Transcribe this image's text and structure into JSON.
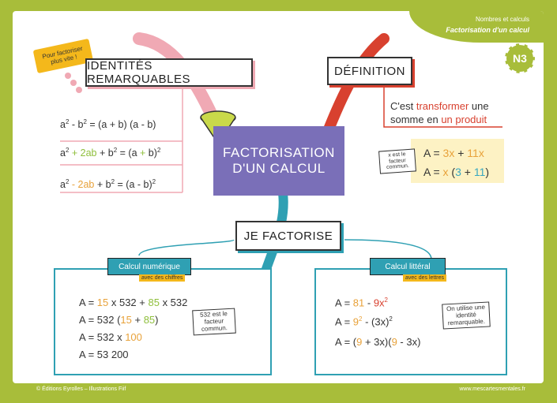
{
  "header": {
    "category": "Nombres et calculs",
    "title": "Factorisation d'un calcul",
    "level": "N3"
  },
  "center": {
    "line1": "FACTORISATION",
    "line2": "D'UN CALCUL"
  },
  "sticky": "Pour factoriser plus vite !",
  "identites": {
    "title": "IDENTITÉS REMARQUABLES",
    "f1": {
      "a": "a",
      "p1": "2",
      "mid": " - b",
      "p2": "2",
      "eq": " = (a + b) (a - b)"
    },
    "f2": {
      "a": "a",
      "p1": "2",
      "op": " + 2ab",
      "plus": " + b",
      "p2": "2",
      "eq": " = (a ",
      "opin": "+",
      "end": " b)",
      "p3": "2"
    },
    "f3": {
      "a": "a",
      "p1": "2",
      "op": " - 2ab",
      "plus": " + b",
      "p2": "2",
      "eq": " = (a - b)",
      "p3": "2"
    }
  },
  "definition": {
    "title": "DÉFINITION",
    "text1": "C'est ",
    "word1": "transformer",
    "text2": " une",
    "text3": "somme en ",
    "word2": "un produit",
    "note": "x est le facteur commun.",
    "eq1a": "A = ",
    "eq1b": "3x",
    "eq1c": " + ",
    "eq1d": "11x",
    "eq2a": "A = ",
    "eq2b": "x",
    "eq2c": " (",
    "eq2d": "3",
    "eq2e": " + ",
    "eq2f": "11",
    "eq2g": ")"
  },
  "factorise": {
    "title": "JE FACTORISE",
    "numerique": {
      "tag": "Calcul numérique",
      "sub": "avec des chiffres",
      "note": "532 est le facteur commun.",
      "l1": {
        "a": "A = ",
        "b": "15",
        "c": " x 532 + ",
        "d": "85",
        "e": " x 532"
      },
      "l2": {
        "a": "A = 532 (",
        "b": "15",
        "c": " + ",
        "d": "85",
        "e": ")"
      },
      "l3": {
        "a": "A = 532  x  ",
        "b": "100"
      },
      "l4": {
        "a": "A = 53 200"
      }
    },
    "litteral": {
      "tag": "Calcul littéral",
      "sub": "avec des lettres",
      "note": "On utilise une identité remarquable.",
      "l1": {
        "a": "A = ",
        "b": "81",
        "c": " - ",
        "d": "9x",
        "e": "2"
      },
      "l2": {
        "a": "A = ",
        "b": "9",
        "c": "2",
        "d": " - (3x)",
        "e": "2"
      },
      "l3": {
        "a": "A = (",
        "b": "9",
        "c": " + 3x)(",
        "d": "9",
        "e": " - 3x)"
      }
    }
  },
  "footer": {
    "left": "© Éditions Eyrolles – Illustrations Fiif",
    "right": "www.mescartesmentales.fr"
  }
}
